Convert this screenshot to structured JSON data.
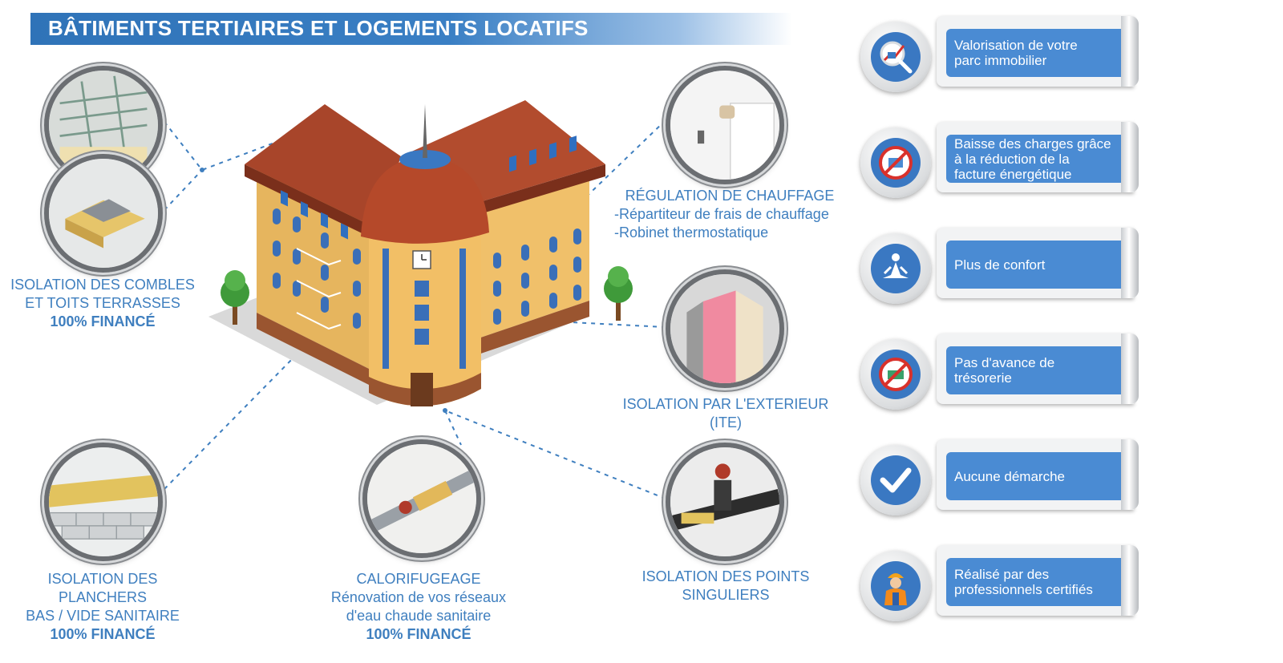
{
  "title": "BÂTIMENTS TERTIAIRES ET LOGEMENTS LOCATIFS",
  "colors": {
    "accent": "#3f7fbf",
    "header": "#2f73b8",
    "ribbon": "#4a8bd3"
  },
  "works": [
    {
      "id": "combles",
      "lines": [
        "ISOLATION DES COMBLES",
        "ET TOITS TERRASSES"
      ],
      "financed": "100% FINANCÉ"
    },
    {
      "id": "planchers",
      "lines": [
        "ISOLATION DES PLANCHERS",
        "BAS / VIDE SANITAIRE"
      ],
      "financed": "100% FINANCÉ"
    },
    {
      "id": "calorifugeage",
      "lines": [
        "CALORIFUGEAGE",
        "Rénovation de vos réseaux",
        "d'eau chaude sanitaire"
      ],
      "financed": "100% FINANCÉ"
    },
    {
      "id": "regulation",
      "lines": [
        "RÉGULATION DE CHAUFFAGE",
        "-Répartiteur de frais de chauffage",
        "-Robinet thermostatique"
      ]
    },
    {
      "id": "ite",
      "lines": [
        "ISOLATION PAR L'EXTERIEUR",
        "(ITE)"
      ]
    },
    {
      "id": "singuliers",
      "lines": [
        "ISOLATION DES POINTS SINGULIERS"
      ]
    }
  ],
  "benefits": [
    {
      "icon": "magnifier-growth-icon",
      "lines": [
        "Valorisation de votre",
        "parc immobilier"
      ]
    },
    {
      "icon": "no-bills-icon",
      "lines": [
        "Baisse des charges grâce",
        "à la réduction de la",
        "facture énergétique"
      ]
    },
    {
      "icon": "meditation-icon",
      "lines": [
        "Plus de confort"
      ]
    },
    {
      "icon": "no-money-icon",
      "lines": [
        "Pas d'avance de",
        "trésorerie"
      ]
    },
    {
      "icon": "checkmark-icon",
      "lines": [
        "Aucune démarche"
      ]
    },
    {
      "icon": "worker-icon",
      "lines": [
        "Réalisé par des",
        "professionnels certifiés"
      ]
    }
  ]
}
